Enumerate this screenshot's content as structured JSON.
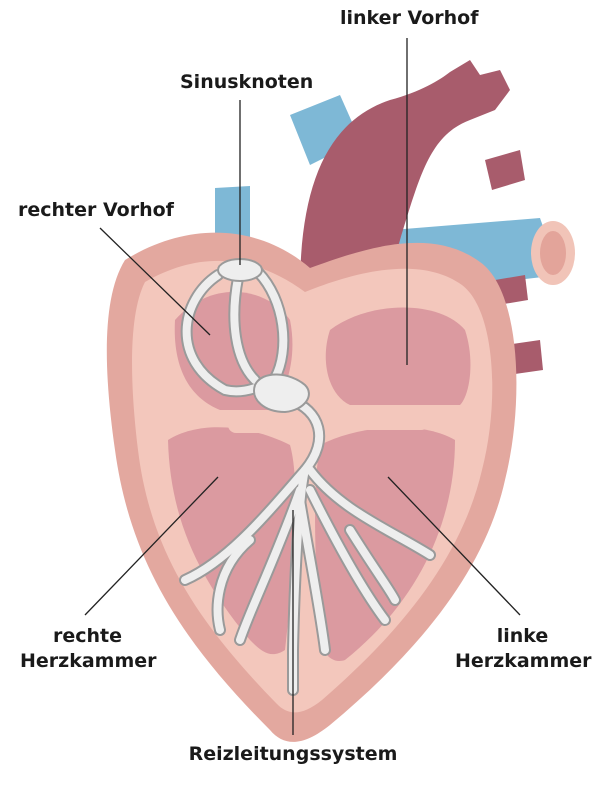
{
  "labels": {
    "left_atrium": "linker Vorhof",
    "sinus_node": "Sinusknoten",
    "right_atrium": "rechter Vorhof",
    "right_ventricle_line1": "rechte",
    "right_ventricle_line2": "Herzkammer",
    "left_ventricle_line1": "linke",
    "left_ventricle_line2": "Herzkammer",
    "conduction_system": "Reizleitungssystem"
  },
  "colors": {
    "vessel_blue": "#7eb8d6",
    "aorta": "#a85c6c",
    "heart_outer": "#e3a89f",
    "heart_inner": "#f3c7bc",
    "chamber": "#db9aa0",
    "conduction": "#eeeeee",
    "conduction_stroke": "#9a9a9a",
    "leader_line": "#222222"
  }
}
